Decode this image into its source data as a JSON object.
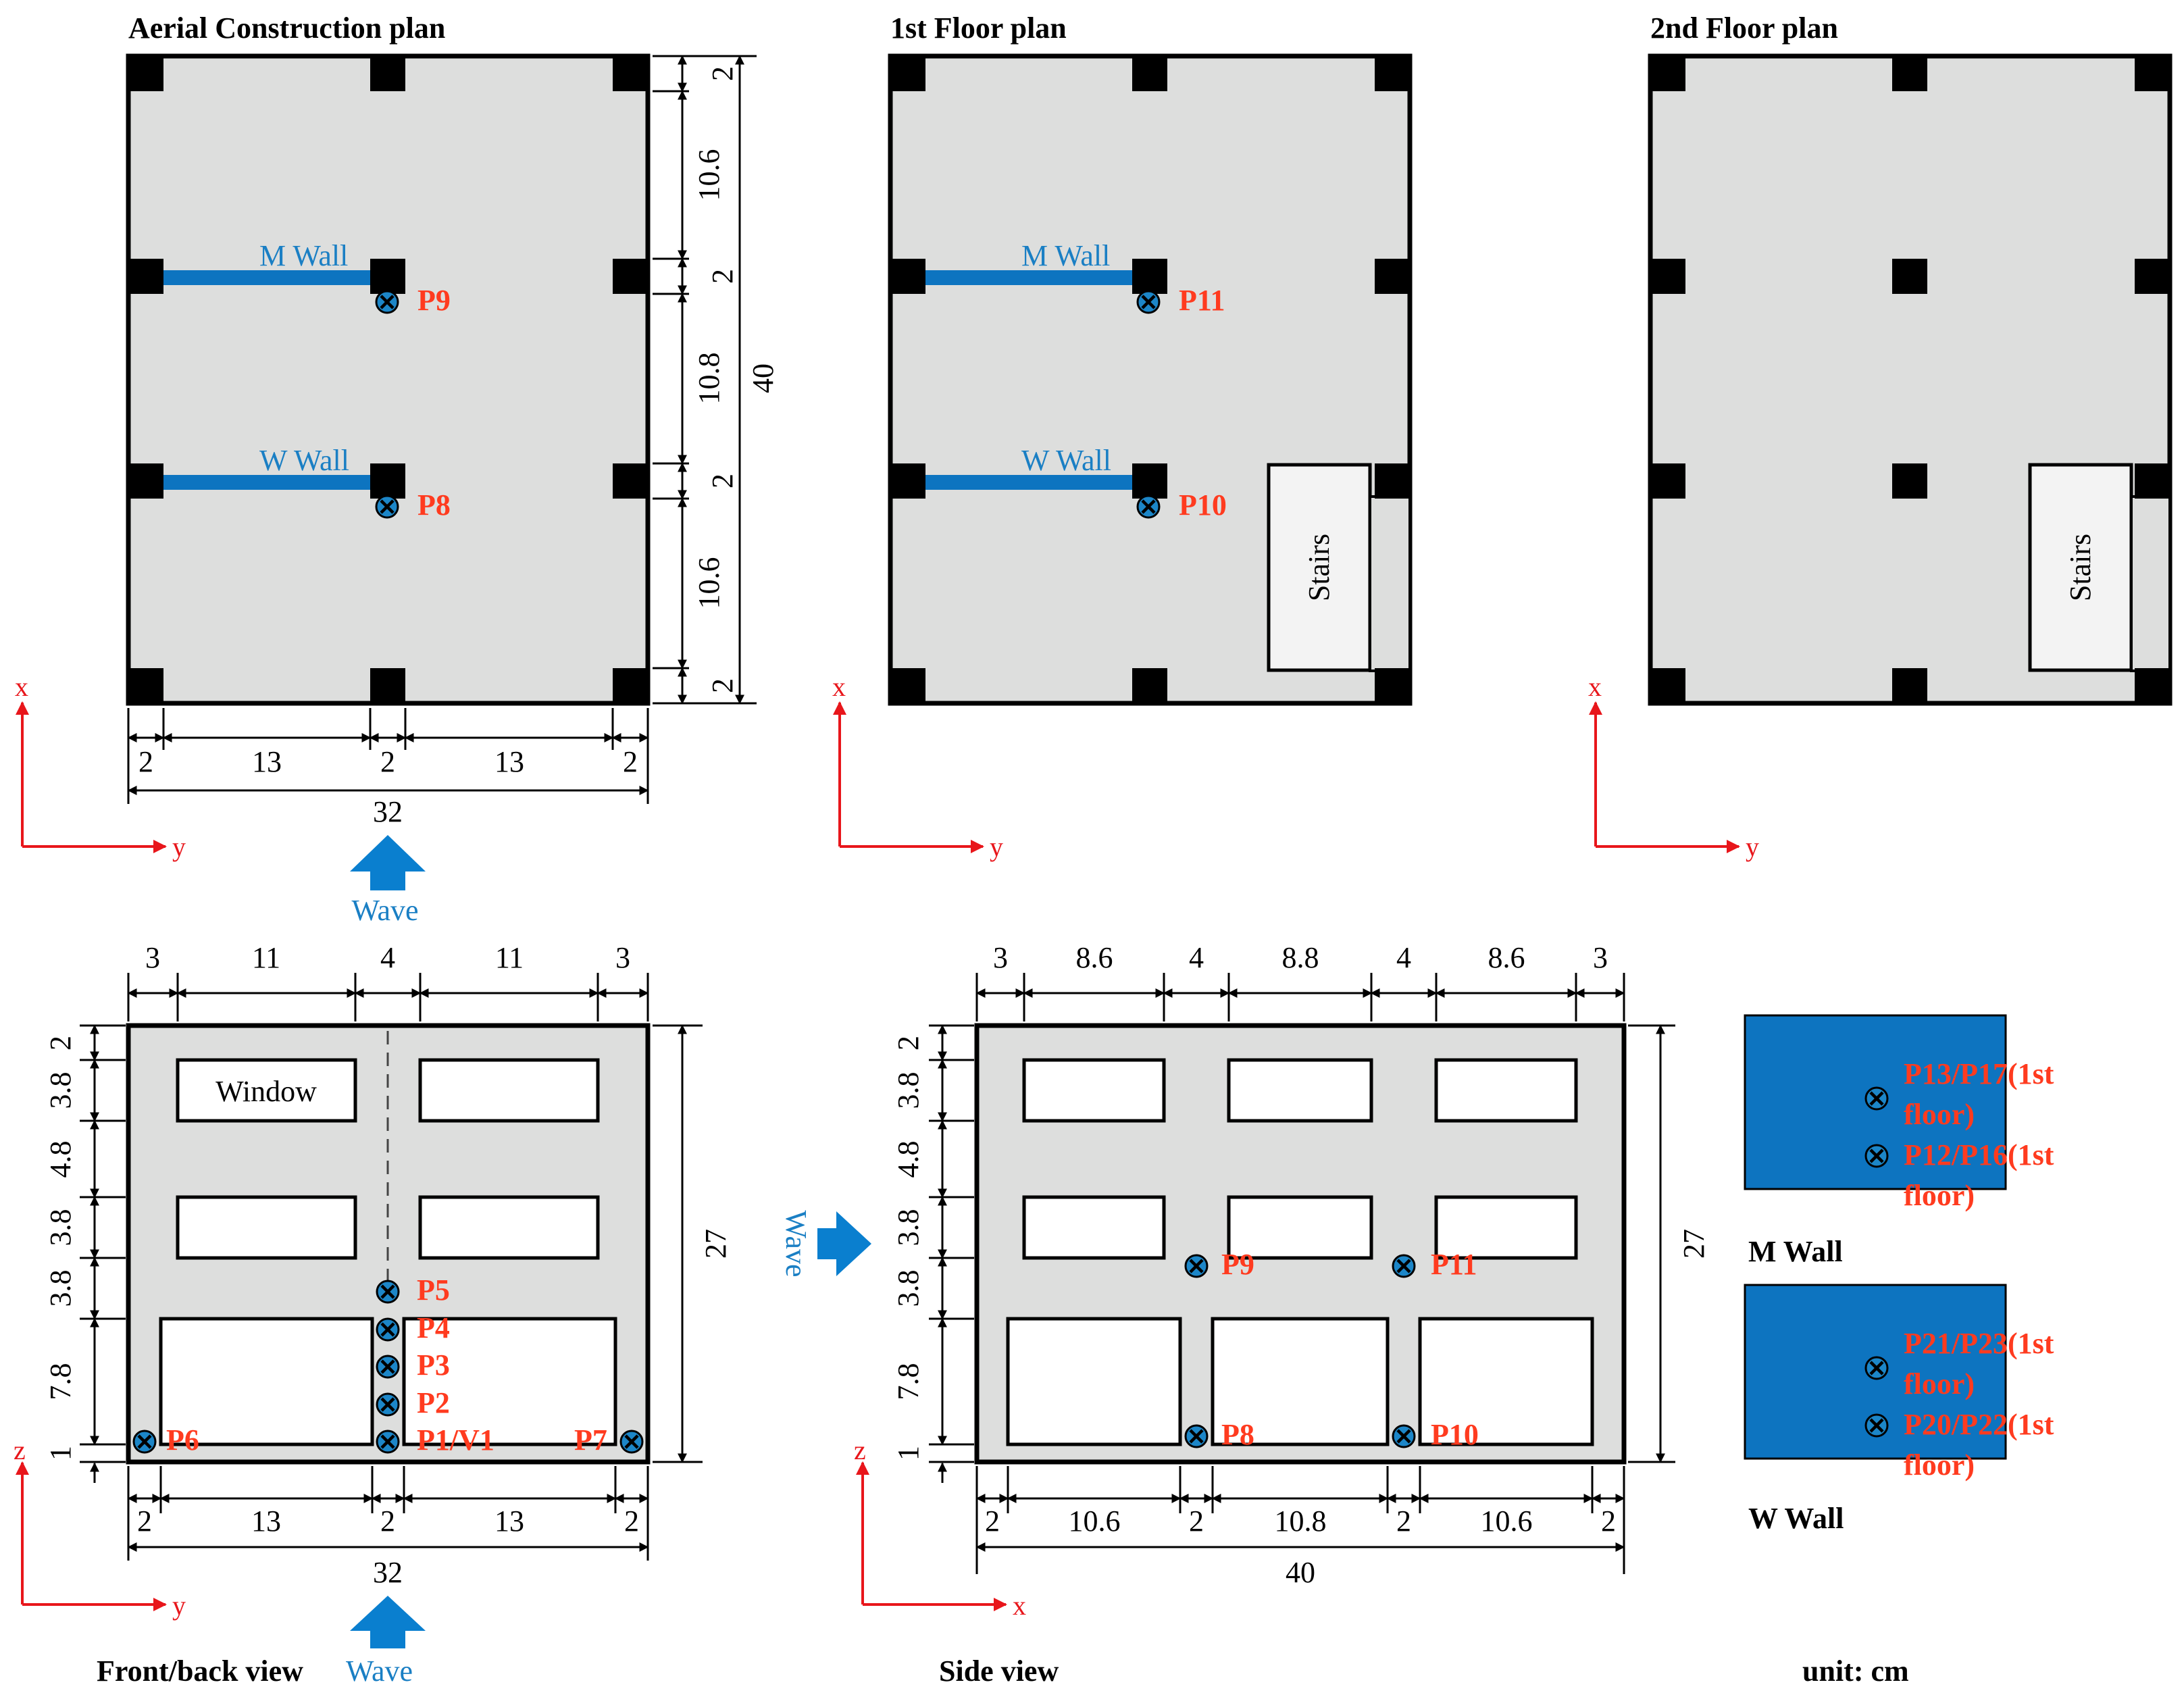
{
  "titles": {
    "aerial": "Aerial Construction plan",
    "first": "1st Floor plan",
    "second": "2nd Floor plan",
    "front": "Front/back view",
    "side": "Side view",
    "unit": "unit: cm"
  },
  "walls": {
    "m_wall": "M Wall",
    "w_wall": "W Wall",
    "stairs": "Stairs",
    "window": "Window",
    "wave": "Wave"
  },
  "axes": {
    "x": "x",
    "y": "y",
    "z": "z"
  },
  "points": {
    "p1": "P1/V1",
    "p2": "P2",
    "p3": "P3",
    "p4": "P4",
    "p5": "P5",
    "p6": "P6",
    "p7": "P7",
    "p8": "P8",
    "p9": "P9",
    "p10": "P10",
    "p11": "P11",
    "m_top_1": "P13/P17(1st",
    "m_top_2": "floor)",
    "m_bot_1": "P12/P16(1st",
    "m_bot_2": "floor)",
    "w_top_1": "P21/P23(1st",
    "w_top_2": "floor)",
    "w_bot_1": "P20/P22(1st",
    "w_bot_2": "floor)"
  },
  "dims": {
    "plan_right": [
      "2",
      "10.6",
      "2",
      "10.8",
      "2",
      "10.6",
      "2"
    ],
    "plan_total_x": "40",
    "plan_bottom": [
      "2",
      "13",
      "2",
      "13",
      "2"
    ],
    "plan_total_y": "32",
    "front_top": [
      "3",
      "11",
      "4",
      "11",
      "3"
    ],
    "front_left": [
      "2",
      "3.8",
      "4.8",
      "3.8",
      "3.8",
      "7.8",
      "1"
    ],
    "front_height": "27",
    "front_bottom": [
      "2",
      "13",
      "2",
      "13",
      "2"
    ],
    "front_total": "32",
    "side_top": [
      "3",
      "8.6",
      "4",
      "8.8",
      "4",
      "8.6",
      "3"
    ],
    "side_left": [
      "2",
      "3.8",
      "4.8",
      "3.8",
      "3.8",
      "7.8",
      "1"
    ],
    "side_height": "27",
    "side_bottom": [
      "2",
      "10.6",
      "2",
      "10.8",
      "2",
      "10.6",
      "2"
    ],
    "side_total": "40"
  },
  "colors": {
    "floor": "#dddedd",
    "wall": "#0d74c0",
    "point": "#ff3b1f",
    "axis": "#e8161b",
    "wave": "#0a7fcf"
  }
}
